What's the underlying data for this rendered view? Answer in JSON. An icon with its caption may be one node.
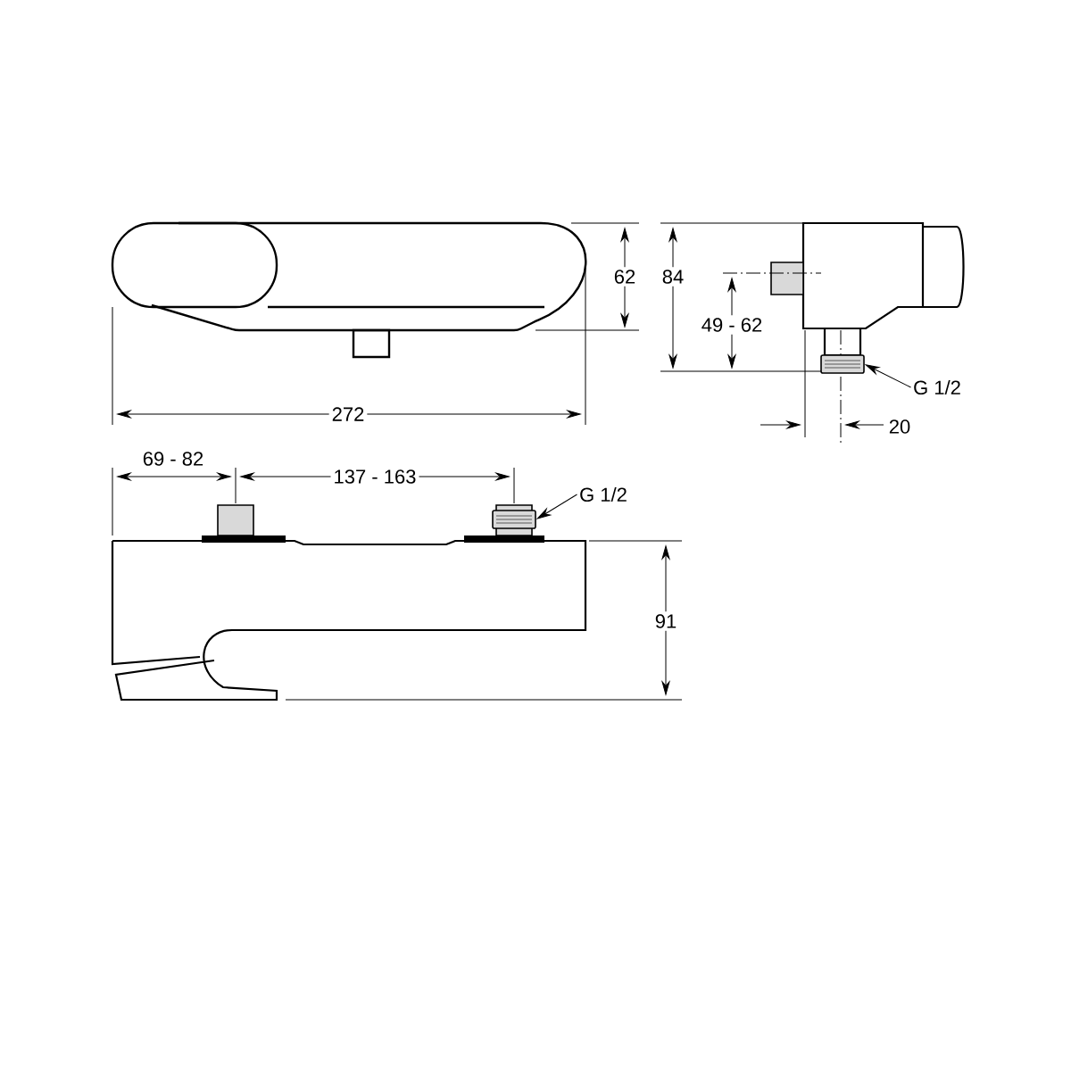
{
  "diagram": {
    "nodes": [
      {
        "text": [
          "G 1/2"
        ]
      },
      {
        "text": [],
        "shape": "picture"
      },
      {
        "text": [
          "G 1/2"
        ]
      },
      {
        "text": [],
        "shape": "picture"
      }
    ],
    "edges": [
      {
        "from": 0,
        "to": 1,
        "arrow": "to"
      },
      {
        "from": 2,
        "to": 3,
        "arrow": "to"
      }
    ],
    "labels": [
      "62",
      "84",
      "272",
      "49 - 62",
      "20",
      "69 - 82",
      "137 - 163",
      "91"
    ]
  }
}
